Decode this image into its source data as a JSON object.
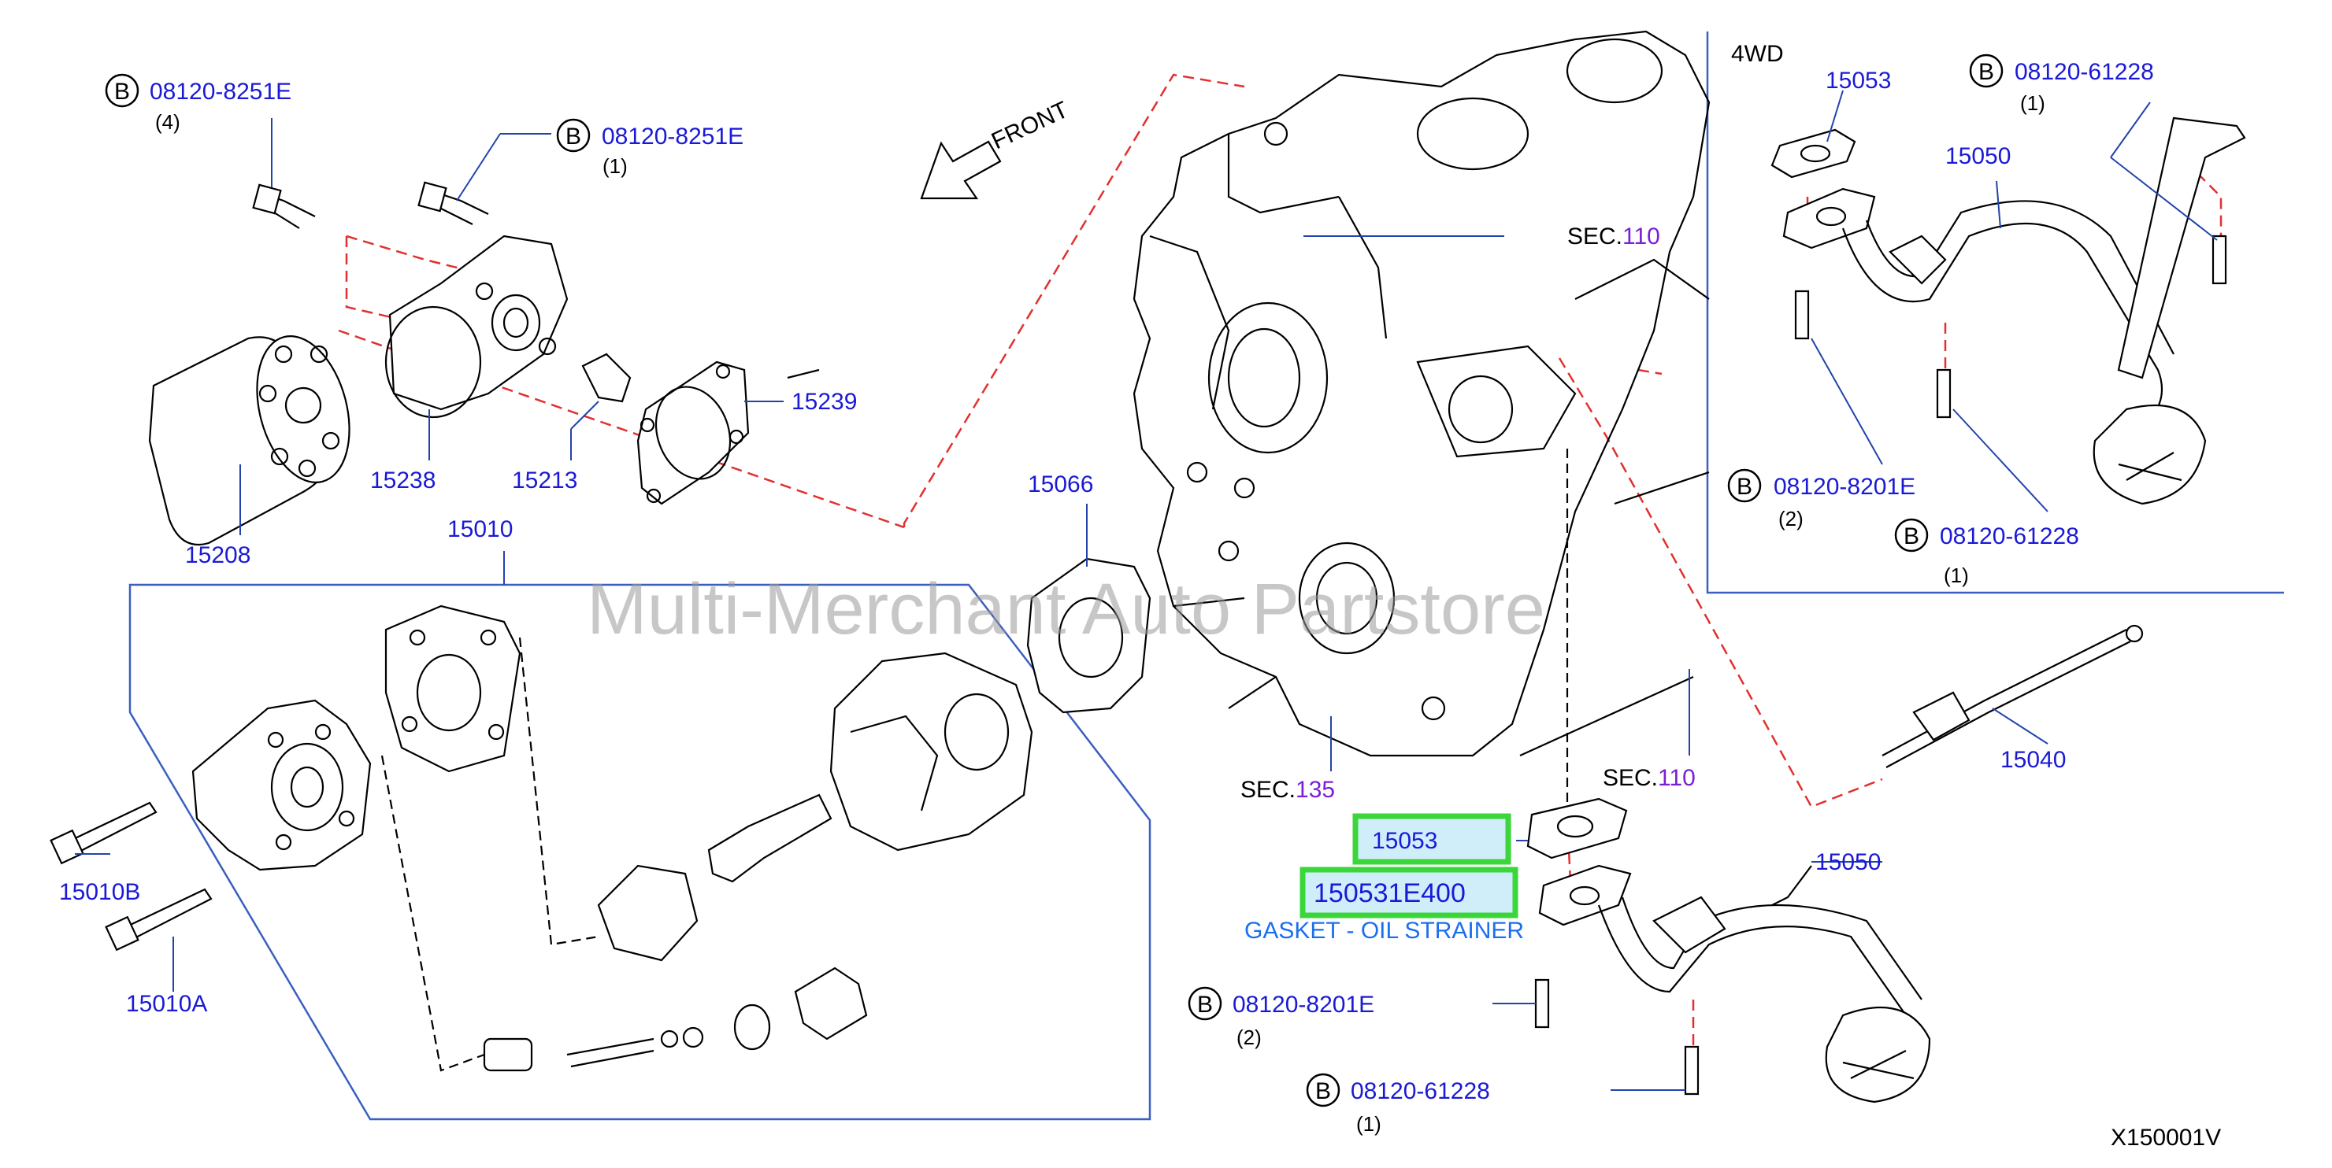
{
  "watermark": "Multi-Merchant Auto Partstore",
  "front_label": "FRONT",
  "diagram_code": "X150001V",
  "variant_label": "4WD",
  "bolt_prefix": "B",
  "sections": {
    "sec_110_top": {
      "prefix": "SEC.",
      "num": "110"
    },
    "sec_135": {
      "prefix": "SEC.",
      "num": "135"
    },
    "sec_110_bottom": {
      "prefix": "SEC.",
      "num": "110"
    }
  },
  "bolts": [
    {
      "part": "08120-8251E",
      "qty": "(4)"
    },
    {
      "part": "08120-8251E",
      "qty": "(1)"
    },
    {
      "part": "08120-61228",
      "qty": "(1)"
    },
    {
      "part": "08120-8201E",
      "qty": "(2)"
    },
    {
      "part": "08120-61228",
      "qty": "(1)"
    },
    {
      "part": "08120-8201E",
      "qty": "(2)"
    },
    {
      "part": "08120-61228",
      "qty": "(1)"
    }
  ],
  "parts": {
    "p15239": "15239",
    "p15238": "15238",
    "p15213": "15213",
    "p15208": "15208",
    "p15010": "15010",
    "p15066": "15066",
    "p15010B": "15010B",
    "p15010A": "15010A",
    "p15053_4wd": "15053",
    "p15050_4wd": "15050",
    "p15040": "15040",
    "p15050": "15050"
  },
  "highlight": {
    "part": "15053",
    "full_part": "150531E400",
    "description": "GASKET - OIL STRAINER",
    "highlight_color": "#3ad63a",
    "description_color": "#1a6ff0"
  },
  "colors": {
    "part_number": "#1a1ad6",
    "section_number": "#7a1fd6",
    "guide_line": "#e23030",
    "frame_line": "#3a5fbf"
  }
}
